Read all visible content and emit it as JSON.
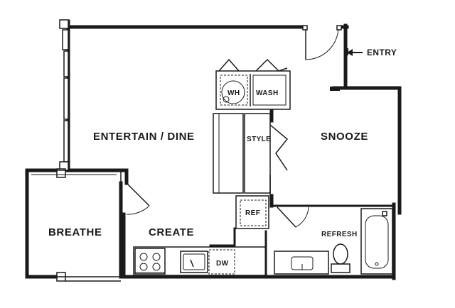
{
  "rooms": {
    "entertain_dine": "ENTERTAIN / DINE",
    "snooze": "SNOOZE",
    "breathe": "BREATHE",
    "create": "CREATE",
    "refresh": "REFRESH"
  },
  "fixtures": {
    "water_heater": "WH",
    "washer": "WASH",
    "style_closet": "STYLE",
    "refrigerator": "REF",
    "dishwasher": "DW"
  },
  "entry": {
    "label": "ENTRY",
    "icon": "arrow-left-icon"
  },
  "colors": {
    "ink": "#1a1a1a",
    "background": "#ffffff"
  }
}
